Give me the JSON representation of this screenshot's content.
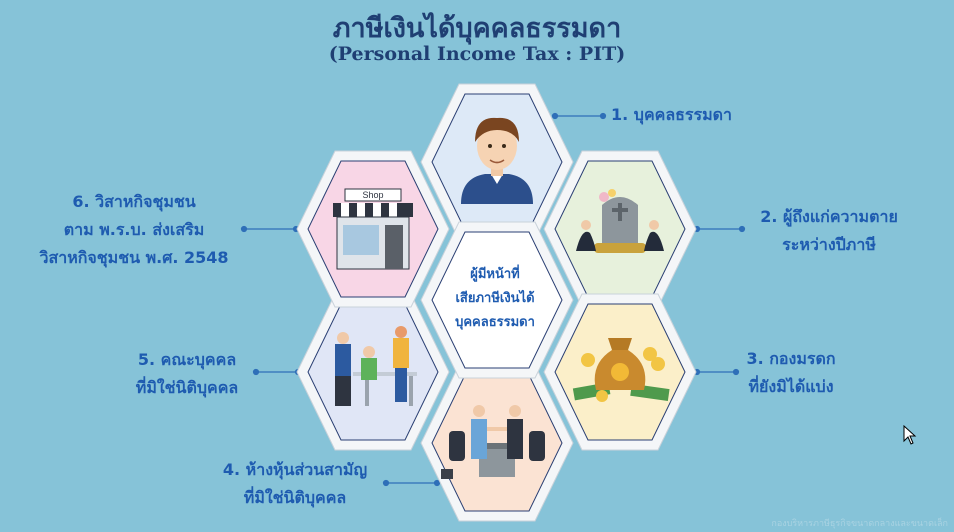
{
  "title": "ภาษีเงินได้บุคคลธรรมดา",
  "subtitle": "(Personal Income Tax : PIT)",
  "center": [
    "ผู้มีหน้าที่",
    "เสียภาษีเงินได้",
    "บุคคลธรรมดา"
  ],
  "items": [
    {
      "lines": [
        "1. บุคคลธรรมดา"
      ],
      "icon": "person-icon",
      "fill": "#dde9f7"
    },
    {
      "lines": [
        "2. ผู้ถึงแก่ความตาย",
        "ระหว่างปีภาษี"
      ],
      "icon": "grave-icon",
      "fill": "#e7f1dc"
    },
    {
      "lines": [
        "3. กองมรดก",
        "ที่ยังมิได้แบ่ง"
      ],
      "icon": "money-bag-icon",
      "fill": "#fbefc9"
    },
    {
      "lines": [
        "4. ห้างหุ้นส่วนสามัญ",
        "ที่มิใช่นิติบุคคล"
      ],
      "icon": "handshake-icon",
      "fill": "#fbe3d3"
    },
    {
      "lines": [
        "5. คณะบุคคล",
        "ที่มิใช่นิติบุคคล"
      ],
      "icon": "team-icon",
      "fill": "#e0e6f6"
    },
    {
      "lines": [
        "6. วิสาหกิจชุมชน",
        "ตาม พ.ร.บ. ส่งเสริม",
        "วิสาหกิจชุมชน พ.ศ. 2548"
      ],
      "icon": "shop-icon",
      "fill": "#f8d6e6",
      "shop_sign": "Shop"
    }
  ],
  "footer": "กองบริหารภาษีธุรกิจขนาดกลางและขนาดเล็ก"
}
